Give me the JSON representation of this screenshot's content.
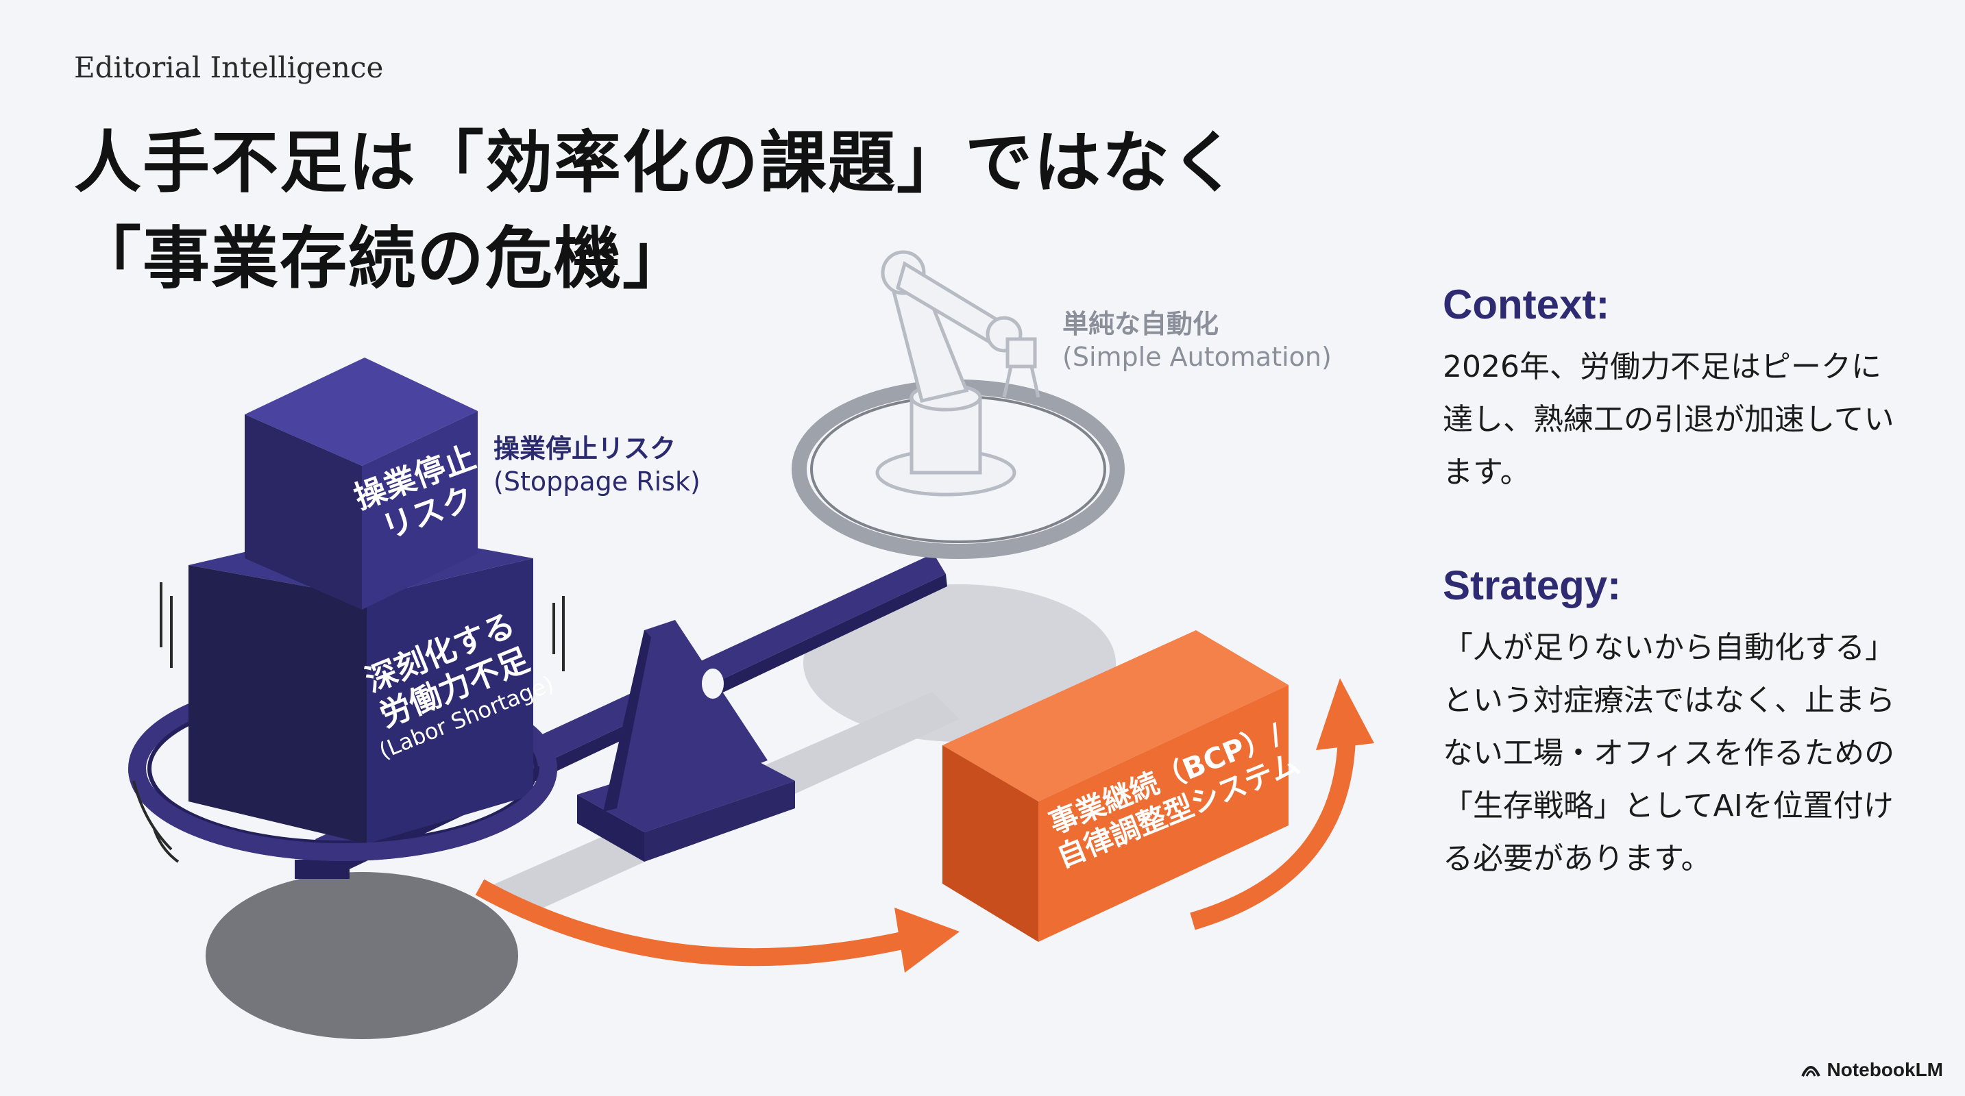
{
  "header": {
    "eyebrow": "Editorial Intelligence",
    "title_line1": "人手不足は「効率化の課題」ではなく",
    "title_line2": "「事業存続の危機」"
  },
  "diagram": {
    "stoppage_label": "操業停止リスク",
    "stoppage_label_en": "(Stoppage Risk)",
    "stoppage_box_line1": "操業停止",
    "stoppage_box_line2": "リスク",
    "labor_box_line1": "深刻化する",
    "labor_box_line2": "労働力不足",
    "labor_box_en": "(Labor Shortage)",
    "automation_label": "単純な自動化",
    "automation_label_en": "(Simple Automation)",
    "bcp_box_line1": "事業継続（BCP）/",
    "bcp_box_line2": "自律調整型システム",
    "colors": {
      "indigo": "#3a3480",
      "indigo_dark": "#24205c",
      "orange": "#ee6d33",
      "gray": "#a8adb5"
    }
  },
  "context": {
    "heading": "Context:",
    "body": "2026年、労働力不足はピークに達し、熟練工の引退が加速しています。"
  },
  "strategy": {
    "heading": "Strategy:",
    "body": "「人が足りないから自動化する」という対症療法ではなく、止まらない工場・オフィスを作るための「生存戦略」としてAIを位置付ける必要があります。"
  },
  "footer": {
    "brand": "NotebookLM",
    "brand_icon": "notebook-arc-icon"
  }
}
